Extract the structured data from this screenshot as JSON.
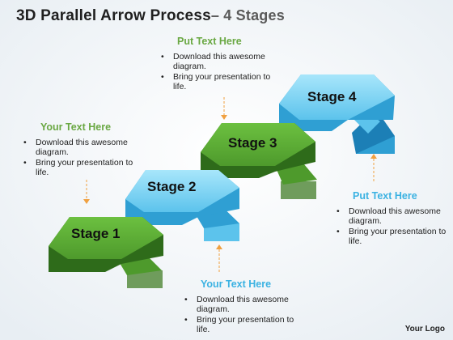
{
  "title": {
    "main": "3D Parallel Arrow Process",
    "sub": "– 4 Stages"
  },
  "stages": [
    {
      "label": "Stage 1",
      "color": "green"
    },
    {
      "label": "Stage 2",
      "color": "blue"
    },
    {
      "label": "Stage 3",
      "color": "green"
    },
    {
      "label": "Stage 4",
      "color": "blue"
    }
  ],
  "callouts": {
    "top": {
      "heading": "Put Text Here",
      "bullets": [
        "Download this awesome diagram.",
        "Bring your presentation to life."
      ]
    },
    "left": {
      "heading": "Your Text Here",
      "bullets": [
        "Download this awesome diagram.",
        "Bring your presentation to life."
      ]
    },
    "right": {
      "heading": "Put Text Here",
      "bullets": [
        "Download this awesome diagram.",
        "Bring your presentation to life."
      ]
    },
    "bottom": {
      "heading": "Your Text Here",
      "bullets": [
        "Download this awesome diagram.",
        "Bring your presentation to life."
      ]
    }
  },
  "logo": "Your Logo",
  "colors": {
    "green": "#5fa83a",
    "blue": "#74d0f3",
    "heading_green": "#6aa843",
    "heading_blue": "#3bb2e2",
    "pointer": "#f0a040"
  }
}
